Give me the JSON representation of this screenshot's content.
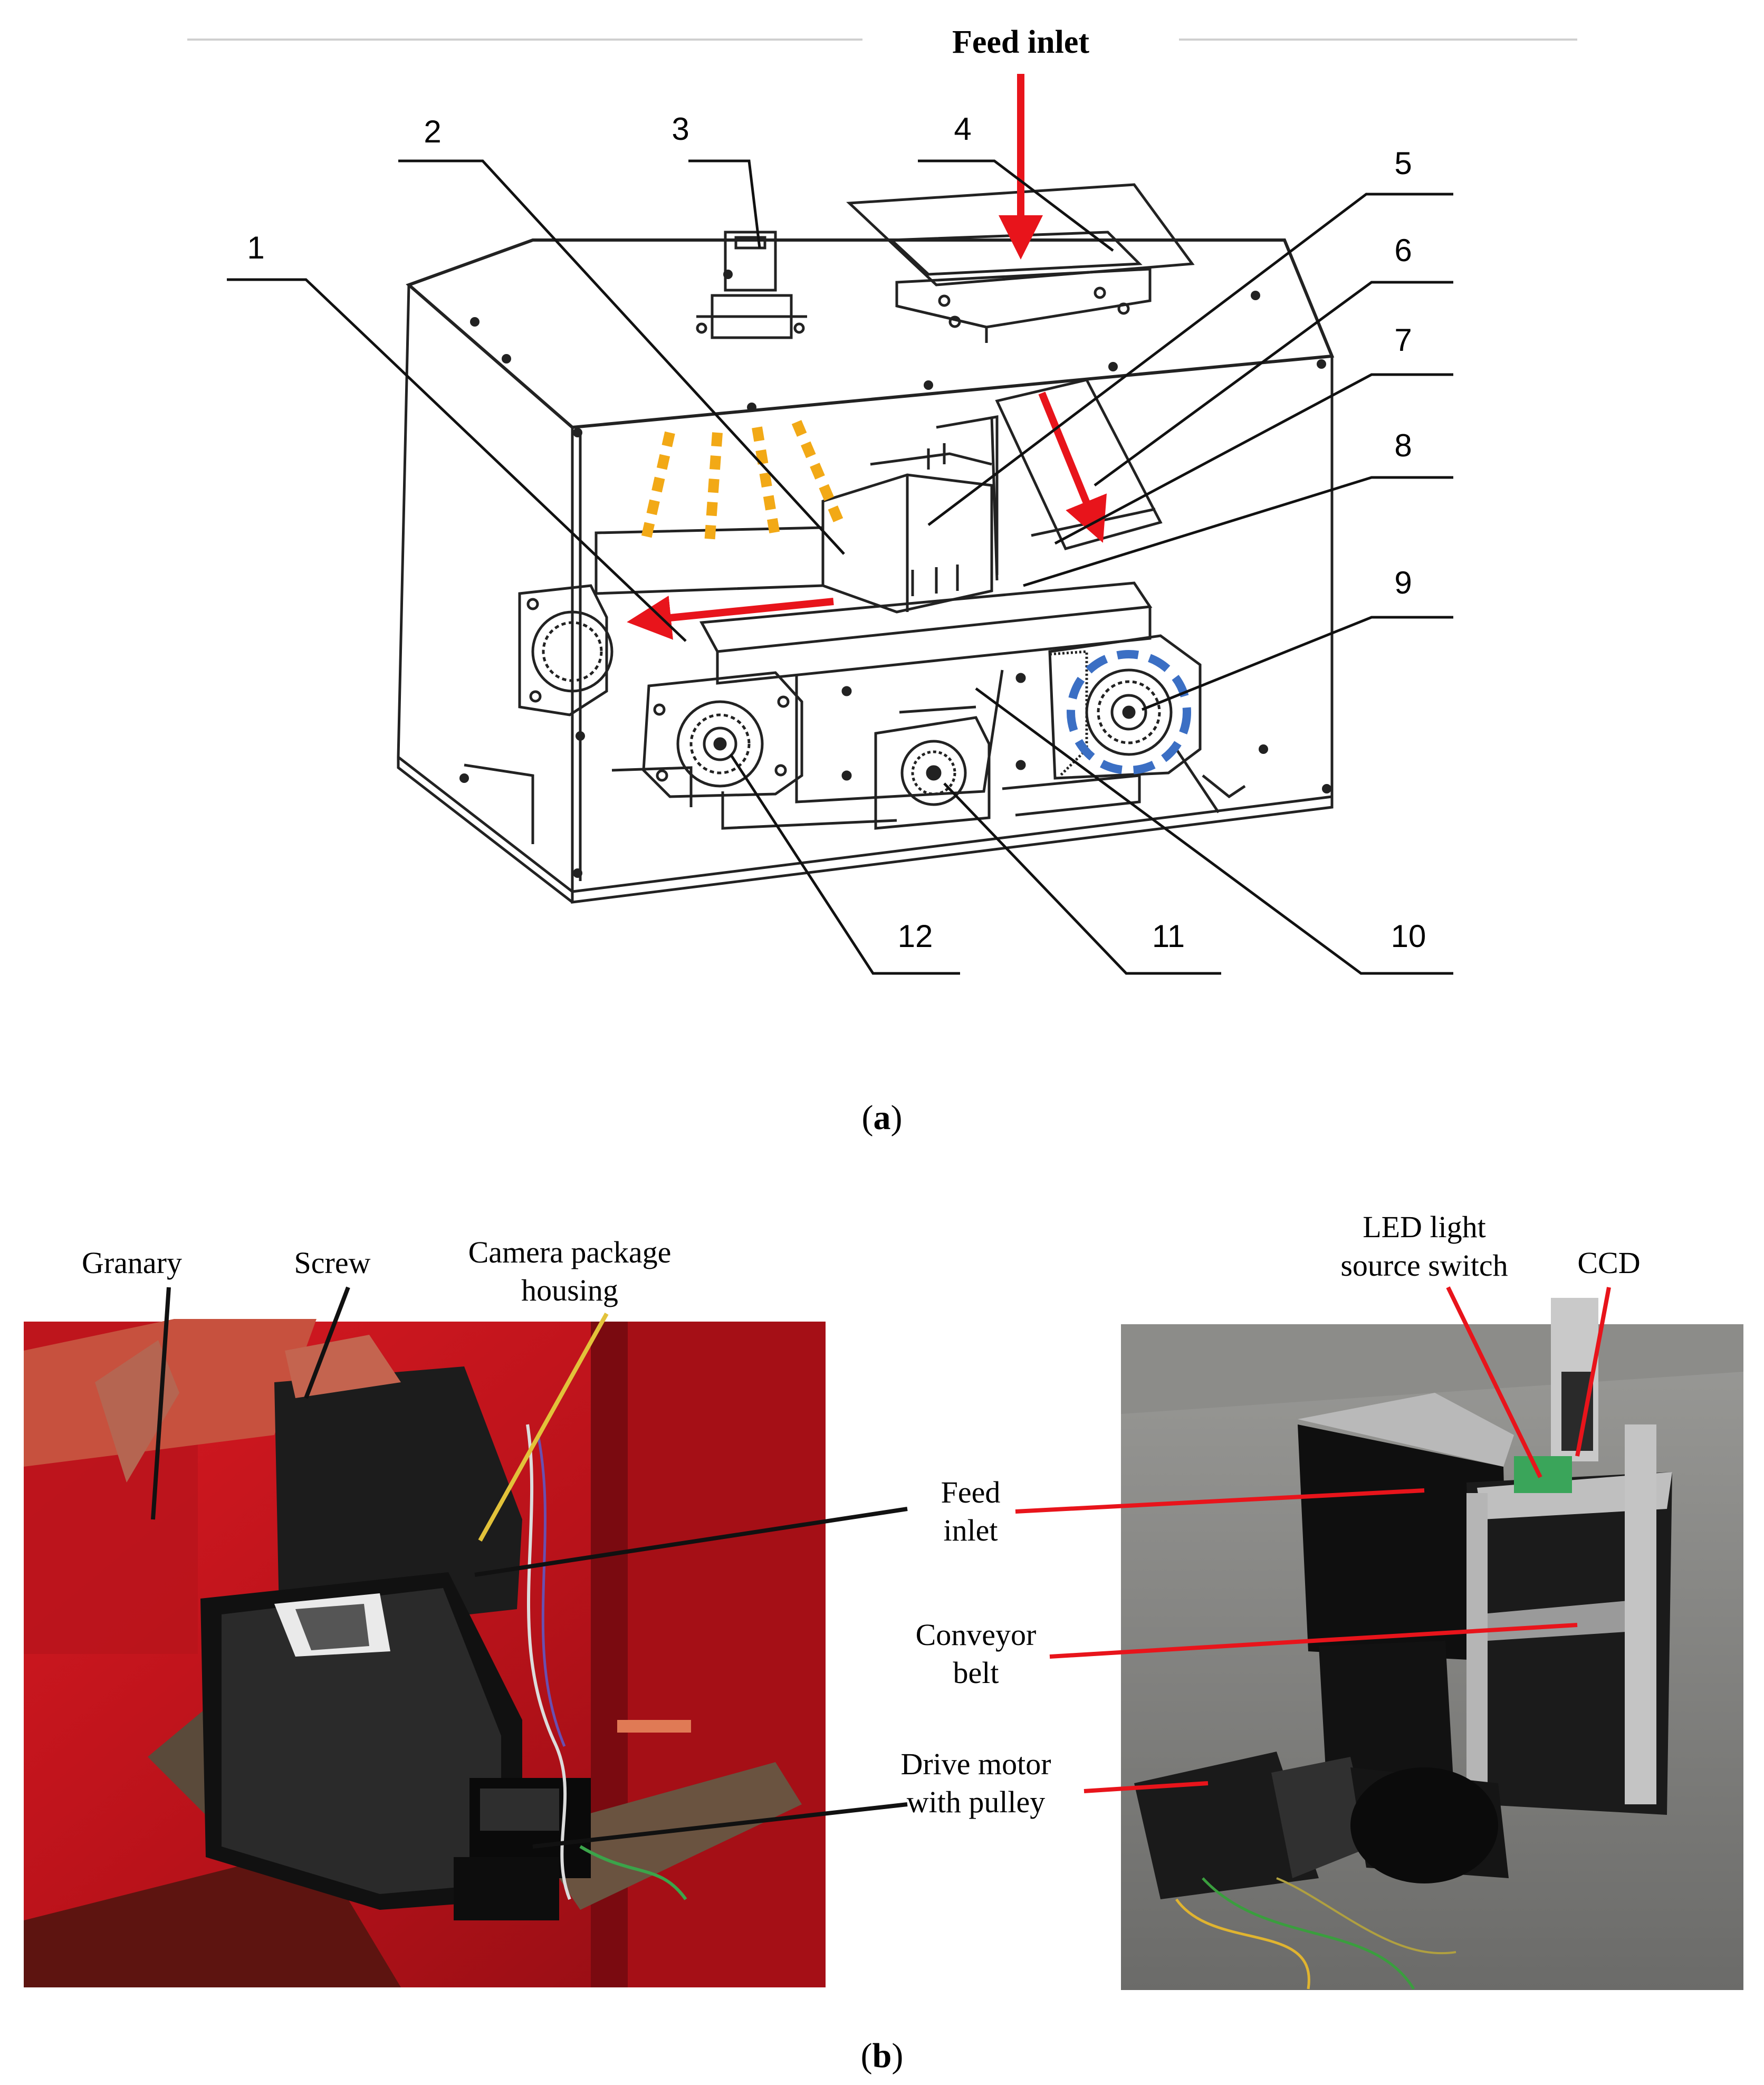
{
  "panel_a": {
    "title": "Feed inlet",
    "numbers": [
      "1",
      "2",
      "3",
      "4",
      "5",
      "6",
      "7",
      "8",
      "9",
      "10",
      "11",
      "12"
    ],
    "caption_open": "(",
    "caption_letter": "a",
    "caption_close": ")"
  },
  "panel_b": {
    "left_photo": {
      "granary": "Granary",
      "screw": "Screw",
      "camera_line1": "Camera package",
      "camera_line2": "housing"
    },
    "middle_labels": {
      "feed_line1": "Feed",
      "feed_line2": "inlet",
      "conveyor_line1": "Conveyor",
      "conveyor_line2": "belt",
      "drive_line1": "Drive motor",
      "drive_line2": "with pulley"
    },
    "right_photo": {
      "led_line1": "LED light",
      "led_line2": "source switch",
      "ccd": "CCD"
    },
    "caption_open": "(",
    "caption_letter": "b",
    "caption_close": ")"
  },
  "colors": {
    "arrow_red": "#e8141b",
    "dash_orange": "#f2a916",
    "dash_blue": "#3b6fc4",
    "photo_red": "#c8141c",
    "floor_grey": "#7d7d7b"
  }
}
